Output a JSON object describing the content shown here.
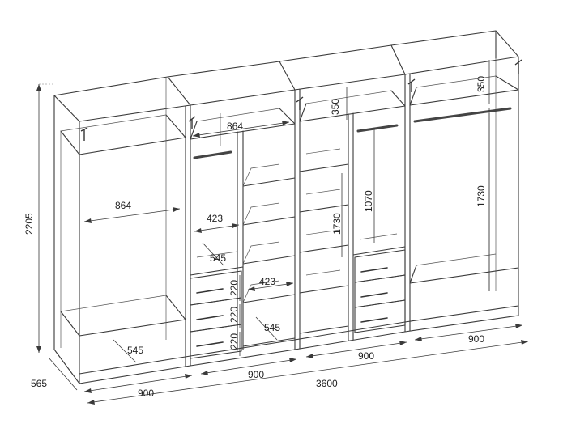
{
  "dimensions": {
    "overall_height": "2205",
    "overall_depth": "565",
    "overall_width": "3600",
    "module_width_1": "900",
    "module_width_2": "900",
    "module_width_3": "900",
    "module_width_4": "900",
    "rod_width_left": "864",
    "top_width_mod2": "864",
    "top_shelf_height_mod3": "350",
    "top_shelf_height_mod4": "350",
    "section_width_mod2": "423",
    "section_width_mod3": "423",
    "inner_depth_mod2": "545",
    "inner_depth_mod3": "545",
    "inner_depth_mod1": "545",
    "drawer_height_1": "220",
    "drawer_height_2": "220",
    "drawer_height_3": "220",
    "hanging_height_mod3": "1070",
    "shelf_height_mod3": "1730",
    "hanging_height_mod4": "1730"
  }
}
